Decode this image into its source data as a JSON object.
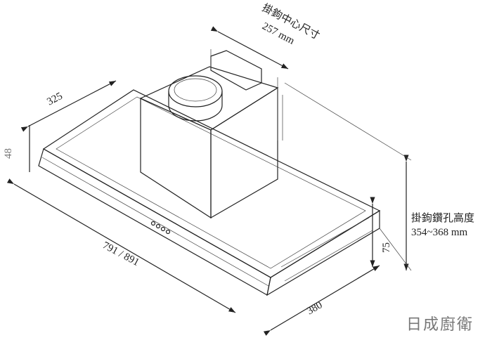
{
  "dimensions": {
    "hook_center": "掛鉤中心尺寸",
    "hook_center_value": "257 mm",
    "depth_top": "325",
    "thickness": "48",
    "width": "791 / 891",
    "depth": "380",
    "front_height": "75",
    "hook_hole_height": "掛鉤鑽孔高度",
    "hook_hole_value": "354~368 mm"
  },
  "brand": "日成廚衛"
}
